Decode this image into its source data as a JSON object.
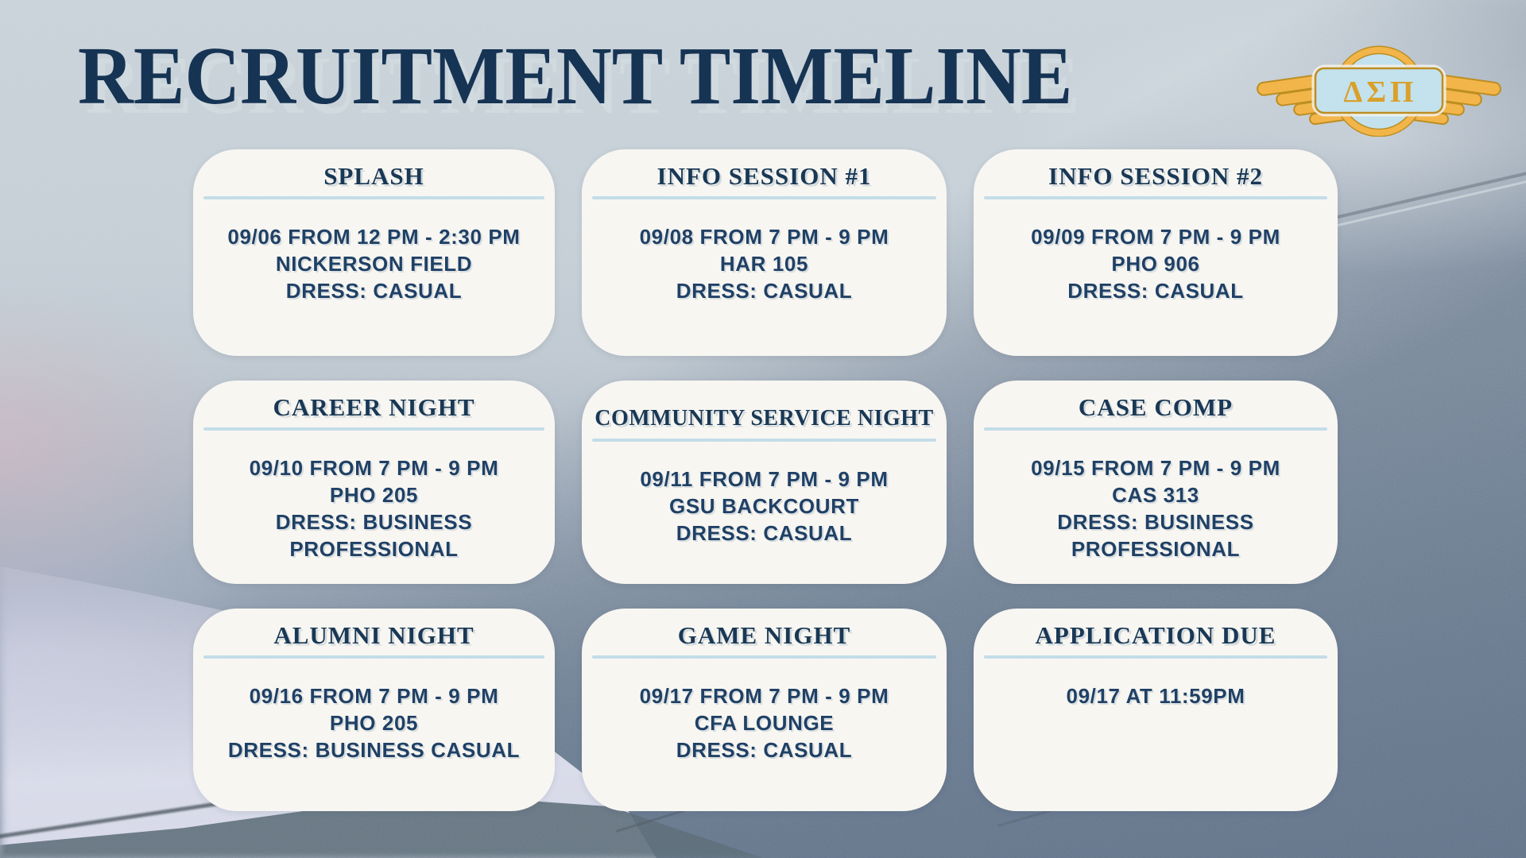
{
  "header": {
    "title": "RECRUITMENT TIMELINE"
  },
  "logo": {
    "icon": "pilot-wings-icon",
    "letters": "ΔΣΠ"
  },
  "colors": {
    "title_navy": "#14304E",
    "card_text_navy": "#1D3C5F",
    "card_background": "#F8F6F1",
    "divider_blue": "#BFDBE7",
    "logo_gold": "#F2B045",
    "logo_gold_outline": "#B8861F",
    "logo_light_blue": "#BFE0EC",
    "background_slate": "#6B7B90"
  },
  "cards": [
    {
      "title": "SPLASH",
      "lines": [
        "09/06 FROM 12 PM - 2:30 PM",
        "NICKERSON FIELD",
        "DRESS: CASUAL"
      ]
    },
    {
      "title": "INFO SESSION #1",
      "lines": [
        "09/08 FROM 7 PM - 9 PM",
        "HAR 105",
        "DRESS: CASUAL"
      ]
    },
    {
      "title": "INFO SESSION #2",
      "lines": [
        "09/09 FROM 7 PM - 9 PM",
        "PHO 906",
        "DRESS: CASUAL"
      ]
    },
    {
      "title": "CAREER NIGHT",
      "lines": [
        "09/10 FROM 7 PM - 9 PM",
        "PHO 205",
        "DRESS: BUSINESS",
        "PROFESSIONAL"
      ]
    },
    {
      "title": "COMMUNITY SERVICE NIGHT",
      "lines": [
        "09/11 FROM 7 PM - 9 PM",
        "GSU BACKCOURT",
        "DRESS: CASUAL"
      ]
    },
    {
      "title": "CASE COMP",
      "lines": [
        "09/15 FROM 7 PM - 9 PM",
        "CAS 313",
        "DRESS: BUSINESS PROFESSIONAL"
      ]
    },
    {
      "title": "ALUMNI NIGHT",
      "lines": [
        "09/16 FROM 7 PM - 9 PM",
        "PHO 205",
        "DRESS: BUSINESS CASUAL"
      ]
    },
    {
      "title": "GAME NIGHT",
      "lines": [
        "09/17 FROM 7 PM - 9 PM",
        "CFA LOUNGE",
        "DRESS: CASUAL"
      ]
    },
    {
      "title": "APPLICATION DUE",
      "lines": [
        "09/17 AT 11:59PM"
      ]
    }
  ]
}
